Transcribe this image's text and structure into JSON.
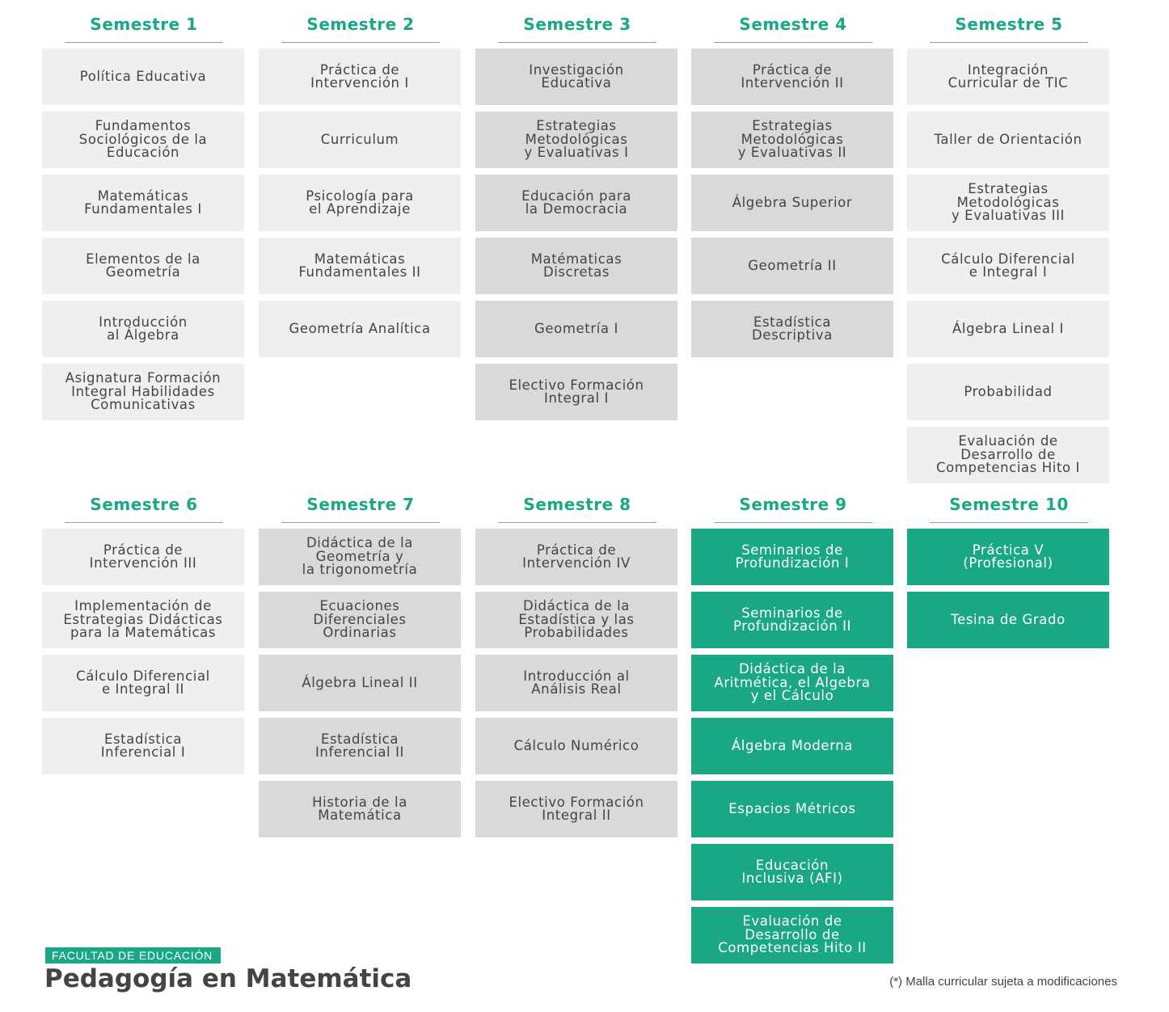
{
  "semesters": [
    {
      "title": "Semestre 1",
      "courses": [
        {
          "label": "Política Educativa",
          "tone": "light"
        },
        {
          "label": "Fundamentos\nSociológicos de la\nEducación",
          "tone": "light"
        },
        {
          "label": "Matemáticas\nFundamentales I",
          "tone": "light"
        },
        {
          "label": "Elementos de la\nGeometría",
          "tone": "light"
        },
        {
          "label": "Introducción\nal Álgebra",
          "tone": "light"
        },
        {
          "label": "Asignatura Formación\nIntegral Habilidades\nComunicativas",
          "tone": "light"
        }
      ]
    },
    {
      "title": "Semestre 2",
      "courses": [
        {
          "label": "Práctica de\nIntervención I",
          "tone": "light"
        },
        {
          "label": "Curriculum",
          "tone": "light"
        },
        {
          "label": "Psicología para\nel Aprendizaje",
          "tone": "light"
        },
        {
          "label": "Matemáticas\nFundamentales II",
          "tone": "light"
        },
        {
          "label": "Geometría Analítica",
          "tone": "light"
        }
      ]
    },
    {
      "title": "Semestre 3",
      "courses": [
        {
          "label": "Investigación\nEducativa",
          "tone": "gray"
        },
        {
          "label": "Estrategias\nMetodológicas\ny Evaluativas I",
          "tone": "gray"
        },
        {
          "label": "Educación para\nla Democracia",
          "tone": "gray"
        },
        {
          "label": "Matématicas\nDiscretas",
          "tone": "gray"
        },
        {
          "label": "Geometría I",
          "tone": "gray"
        },
        {
          "label": "Electivo Formación\nIntegral I",
          "tone": "gray"
        }
      ]
    },
    {
      "title": "Semestre 4",
      "courses": [
        {
          "label": "Práctica de\nIntervención II",
          "tone": "gray"
        },
        {
          "label": "Estrategias\nMetodológicas\ny Evaluativas II",
          "tone": "gray"
        },
        {
          "label": "Álgebra Superior",
          "tone": "gray"
        },
        {
          "label": "Geometría II",
          "tone": "gray"
        },
        {
          "label": "Estadística\nDescriptiva",
          "tone": "gray"
        }
      ]
    },
    {
      "title": "Semestre 5",
      "courses": [
        {
          "label": "Integración\nCurricular de TIC",
          "tone": "light"
        },
        {
          "label": "Taller de Orientación",
          "tone": "light"
        },
        {
          "label": "Estrategias\nMetodológicas\ny Evaluativas III",
          "tone": "light"
        },
        {
          "label": "Cálculo Diferencial\ne Integral I",
          "tone": "light"
        },
        {
          "label": "Álgebra Lineal I",
          "tone": "light"
        },
        {
          "label": "Probabilidad",
          "tone": "light"
        },
        {
          "label": "Evaluación de\nDesarrollo de\nCompetencias Hito I",
          "tone": "light"
        }
      ]
    },
    {
      "title": "Semestre 6",
      "courses": [
        {
          "label": "Práctica de\nIntervención III",
          "tone": "light"
        },
        {
          "label": "Implementación de\nEstrategias Didácticas\npara la Matemáticas",
          "tone": "light"
        },
        {
          "label": "Cálculo Diferencial\ne Integral II",
          "tone": "light"
        },
        {
          "label": "Estadística\nInferencial I",
          "tone": "light"
        }
      ]
    },
    {
      "title": "Semestre 7",
      "courses": [
        {
          "label": "Didáctica de la\nGeometría y\nla trigonometría",
          "tone": "gray"
        },
        {
          "label": "Ecuaciones\nDiferenciales\nOrdinarias",
          "tone": "gray"
        },
        {
          "label": "Álgebra Lineal II",
          "tone": "gray"
        },
        {
          "label": "Estadística\nInferencial II",
          "tone": "gray"
        },
        {
          "label": "Historia de la\nMatemática",
          "tone": "gray"
        }
      ]
    },
    {
      "title": "Semestre 8",
      "courses": [
        {
          "label": "Práctica de\nIntervención IV",
          "tone": "gray"
        },
        {
          "label": "Didáctica de la\nEstadística y las\nProbabilidades",
          "tone": "gray"
        },
        {
          "label": "Introducción al\nAnálisis Real",
          "tone": "gray"
        },
        {
          "label": "Cálculo Numérico",
          "tone": "gray"
        },
        {
          "label": "Electivo Formación\nIntegral II",
          "tone": "gray"
        }
      ]
    },
    {
      "title": "Semestre 9",
      "courses": [
        {
          "label": "Seminarios de\nProfundización I",
          "tone": "green"
        },
        {
          "label": "Seminarios de\nProfundización II",
          "tone": "green"
        },
        {
          "label": "Didáctica de la\nAritmética, el Algebra\ny el Cálculo",
          "tone": "green"
        },
        {
          "label": "Álgebra Moderna",
          "tone": "green"
        },
        {
          "label": "Espacios Métricos",
          "tone": "green"
        },
        {
          "label": "Educación\nInclusiva (AFI)",
          "tone": "green"
        },
        {
          "label": "Evaluación de\nDesarrollo de\nCompetencias Hito II",
          "tone": "green"
        }
      ]
    },
    {
      "title": "Semestre 10",
      "courses": [
        {
          "label": "Práctica V\n(Profesional)",
          "tone": "green"
        },
        {
          "label": "Tesina de Grado",
          "tone": "green"
        }
      ]
    }
  ],
  "colors": {
    "accent": "#1aa784",
    "light_box": "#efefef",
    "gray_box": "#d9d9d9",
    "text": "#444444"
  },
  "footer": {
    "faculty": "FACULTAD DE EDUCACIÓN",
    "program": "Pedagogía en Matemática",
    "note": "(*) Malla curricular sujeta a modificaciones"
  }
}
